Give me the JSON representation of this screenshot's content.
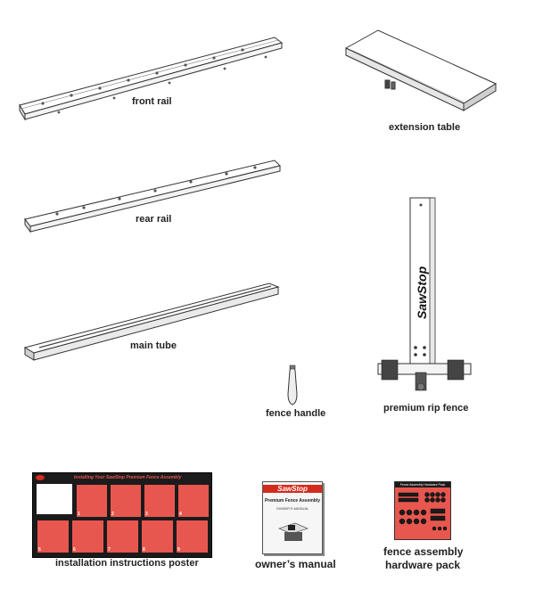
{
  "labels": {
    "front_rail": "front rail",
    "extension_table": "extension table",
    "rear_rail": "rear rail",
    "main_tube": "main tube",
    "fence_handle": "fence handle",
    "premium_rip_fence": "premium rip fence",
    "poster": "installation instructions poster",
    "owners_manual": "owner’s manual",
    "hardware_pack_line1": "fence assembly",
    "hardware_pack_line2": "hardware pack"
  },
  "fence_brand": "SawStop",
  "poster": {
    "title": "Installing Your SawStop Premium Fence Assembly",
    "step_numbers": [
      "1",
      "2",
      "3",
      "4",
      "5",
      "6",
      "7",
      "8",
      "9"
    ]
  },
  "manual": {
    "brand": "SawStop",
    "title": "Premium Fence Assembly",
    "subtitle": "OWNER'S MANUAL"
  },
  "hardware_pack": {
    "title": "Fence Assembly Hardware Pack"
  },
  "colors": {
    "poster_red": "#e8574f",
    "poster_dark": "#1b1b1b",
    "manual_red": "#d52b1e",
    "line": "#333333"
  }
}
